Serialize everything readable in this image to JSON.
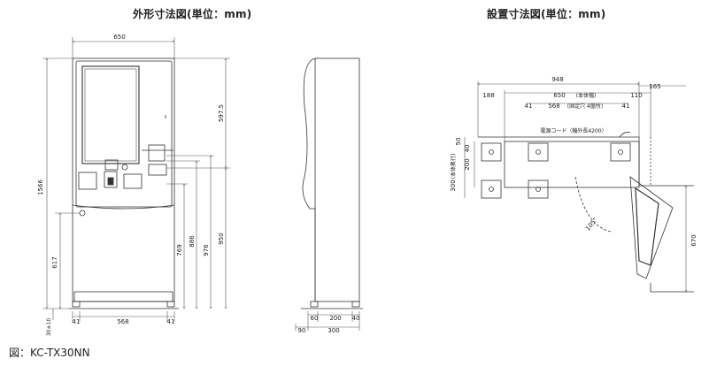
{
  "titles": {
    "outline": "外形寸法図(単位：mm)",
    "install": "設置寸法図(単位：mm)"
  },
  "caption": "図：KC-TX30NN",
  "front": {
    "width": "650",
    "height": "1566",
    "upper": "597.5",
    "h1": "617",
    "h2": "769",
    "h3": "886",
    "h4": "976",
    "h5": "950",
    "foot": "30±10",
    "b1": "41",
    "b2": "568",
    "b3": "41"
  },
  "side": {
    "d1": "60",
    "d2": "200",
    "d3": "40",
    "d4": "90",
    "d5": "300"
  },
  "install": {
    "total": "948",
    "right": "165",
    "left": "188",
    "main": "650",
    "main_note": "(本体幅)",
    "side": "110",
    "anchor_l": "41",
    "anchor_w": "568",
    "anchor_note": "(固定穴 4箇所)",
    "anchor_r": "41",
    "cord": "電源コード（機外長4200）",
    "v40": "40",
    "v50": "50",
    "v200": "200",
    "v300": "300",
    "v300_note": "(本体奥行)",
    "angle": "105°",
    "v670": "670"
  }
}
